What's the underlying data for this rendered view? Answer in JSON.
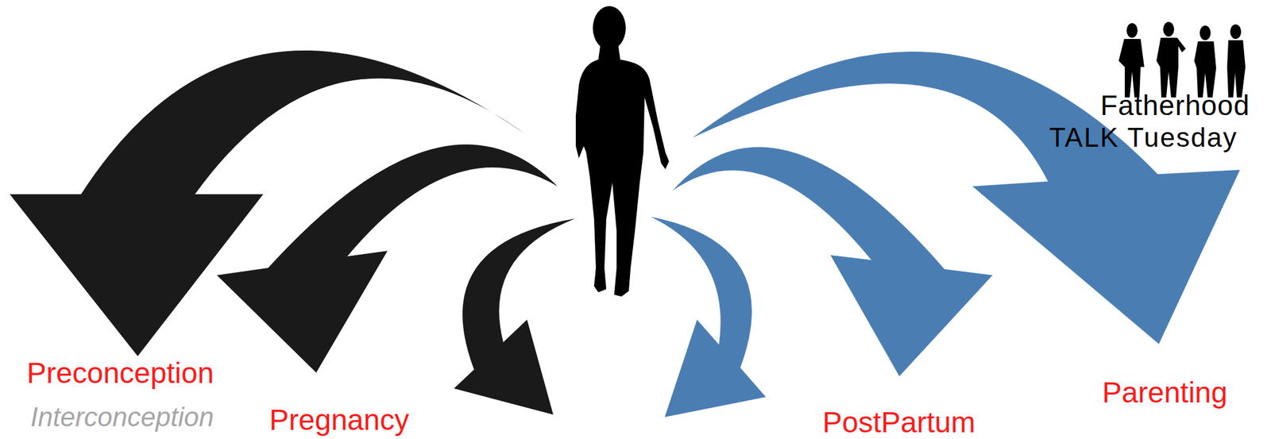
{
  "diagram": {
    "labels": [
      "Preconception",
      "Interconception",
      "Pregnancy",
      "PostPartum",
      "Parenting",
      "Fatherhood",
      "TALK Tuesday"
    ]
  }
}
